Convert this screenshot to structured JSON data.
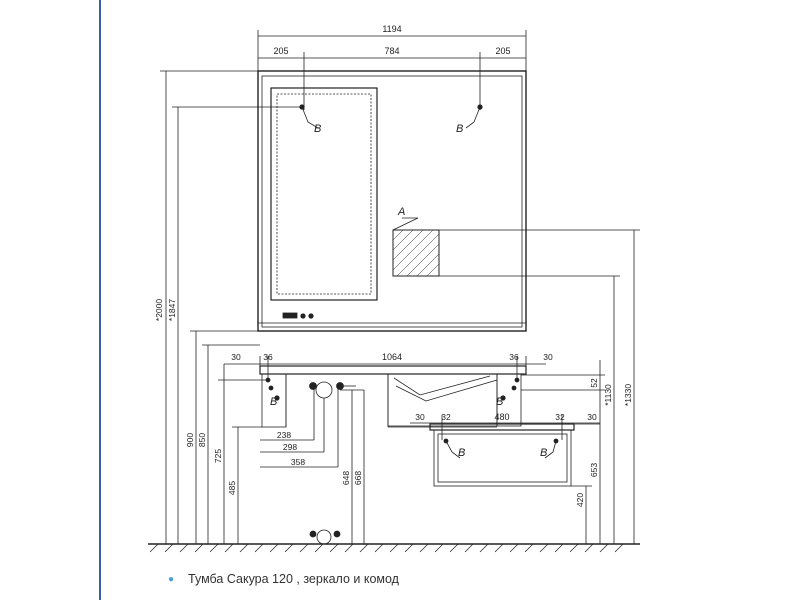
{
  "overall": {
    "width": "1194",
    "left_offset": "205",
    "center": "784",
    "right_offset": "205"
  },
  "vanity_top": {
    "left_gap": "30",
    "left_post": "36",
    "width": "1064",
    "right_post": "36",
    "right_gap": "30"
  },
  "drawer": {
    "left_gap": "30",
    "left_post": "32",
    "width": "480",
    "right_post": "32",
    "right_gap": "30"
  },
  "heights_left": [
    "*2000",
    "*1847",
    "900",
    "850",
    "725",
    "485"
  ],
  "pipe_dims": {
    "d238": "238",
    "d298": "298",
    "d358": "358",
    "d648": "648",
    "d668": "668"
  },
  "heights_right": {
    "h52": "52",
    "h1130": "*1130",
    "h1330": "*1330",
    "h420": "420",
    "h653": "653"
  },
  "refs": {
    "a": "A",
    "b": "B"
  },
  "caption": "Тумба Сакура 120 , зеркало и комод",
  "colors": {
    "bullet": "#4aa3d8",
    "line": "#222222",
    "axis_blue": "#3a5fa8"
  }
}
